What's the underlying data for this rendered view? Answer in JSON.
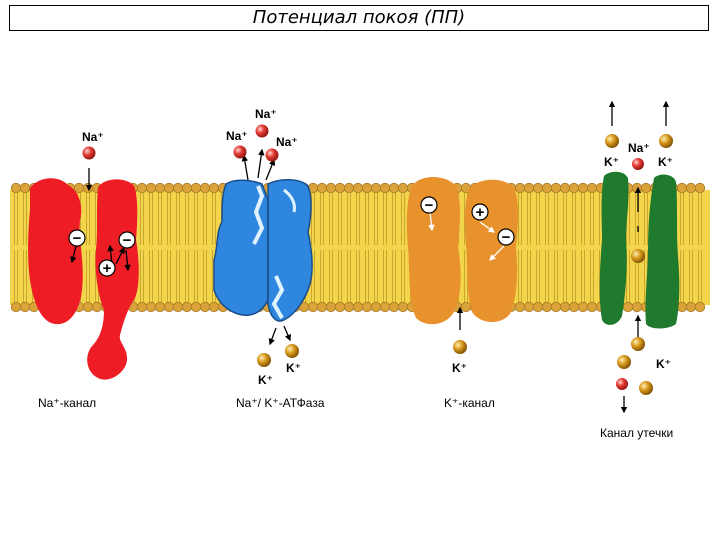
{
  "title": "Потенциал покоя (ПП)",
  "labels": {
    "na_channel": "Na⁺-канал",
    "na_k_atpase": "Na⁺/ K⁺-АТФаза",
    "k_channel": "K⁺-канал",
    "leak_channel": "Канал утечки"
  },
  "ions": {
    "na": "Na⁺",
    "k": "K⁺"
  },
  "charges": {
    "minus": "−",
    "plus": "+"
  },
  "colors": {
    "membrane": "#f2d54a",
    "lipid_head": "#d9a23a",
    "na_channel": "#ee1c25",
    "atpase": "#2e86de",
    "k_channel": "#e8922e",
    "leak_channel": "#1f7a2e",
    "na_ion": "#e23a32",
    "k_ion": "#d99a1c"
  }
}
